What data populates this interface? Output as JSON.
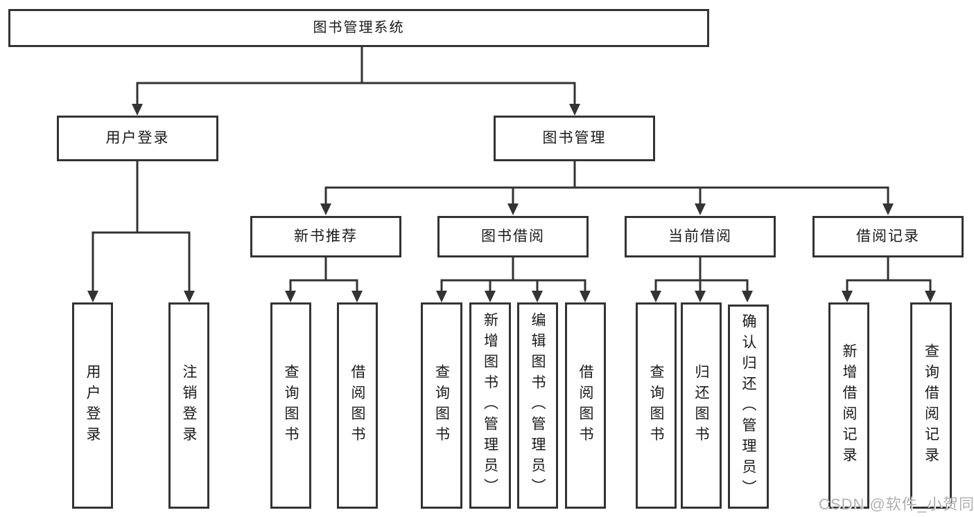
{
  "tree": {
    "root": {
      "label": "图书管理系统"
    },
    "branches": [
      {
        "label": "用户登录",
        "children": [
          {
            "label": "用户登录"
          },
          {
            "label": "注销登录"
          }
        ]
      },
      {
        "label": "图书管理",
        "groups": [
          {
            "label": "新书推荐",
            "children": [
              {
                "label": "查询图书"
              },
              {
                "label": "借阅图书"
              }
            ]
          },
          {
            "label": "图书借阅",
            "children": [
              {
                "label": "查询图书"
              },
              {
                "label": "新增图书（管理员）"
              },
              {
                "label": "编辑图书（管理员）"
              },
              {
                "label": "借阅图书"
              }
            ]
          },
          {
            "label": "当前借阅",
            "children": [
              {
                "label": "查询图书"
              },
              {
                "label": "归还图书"
              },
              {
                "label": "确认归还（管理员）"
              }
            ]
          },
          {
            "label": "借阅记录",
            "children": [
              {
                "label": "新增借阅记录"
              },
              {
                "label": "查询借阅记录"
              }
            ]
          }
        ]
      }
    ]
  },
  "watermark": "CSDN @软件_小贺同学",
  "colors": {
    "line": "#333333",
    "text": "#1a1a1a",
    "background": "#ffffff",
    "watermark": "#b0b0b0"
  }
}
